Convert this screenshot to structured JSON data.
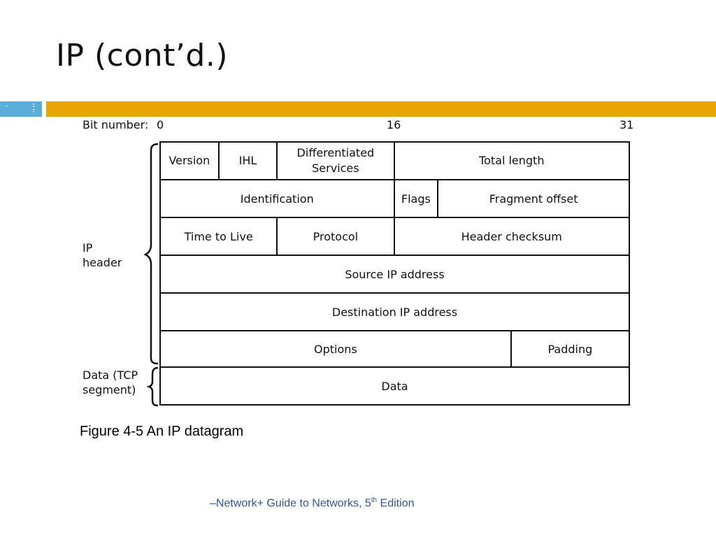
{
  "slide": {
    "title": "IP (cont’d.)",
    "slide_number_top": "1",
    "slide_number_bottom": "7",
    "marker": "–",
    "accent_color": "#e8a700",
    "number_box_color": "#5aaed9"
  },
  "diagram": {
    "bit_label": "Bit number:",
    "bit_start": "0",
    "bit_mid": "16",
    "bit_end": "31",
    "ip_header_label_line1": "IP",
    "ip_header_label_line2": "header",
    "data_label_line1": "Data (TCP",
    "data_label_line2": "segment)",
    "rows": [
      {
        "cells": [
          {
            "text": "Version",
            "bits": 4
          },
          {
            "text": "IHL",
            "bits": 4
          },
          {
            "text": "Differentiated Services",
            "bits": 8
          },
          {
            "text": "Total length",
            "bits": 16
          }
        ]
      },
      {
        "cells": [
          {
            "text": "Identification",
            "bits": 16
          },
          {
            "text": "Flags",
            "bits": 3
          },
          {
            "text": "Fragment offset",
            "bits": 13
          }
        ]
      },
      {
        "cells": [
          {
            "text": "Time to Live",
            "bits": 8
          },
          {
            "text": "Protocol",
            "bits": 8
          },
          {
            "text": "Header checksum",
            "bits": 16
          }
        ]
      },
      {
        "cells": [
          {
            "text": "Source IP address",
            "bits": 32
          }
        ]
      },
      {
        "cells": [
          {
            "text": "Destination IP address",
            "bits": 32
          }
        ]
      },
      {
        "cells": [
          {
            "text": "Options",
            "bits": 24
          },
          {
            "text": "Padding",
            "bits": 8
          }
        ]
      },
      {
        "cells": [
          {
            "text": "Data",
            "bits": 32
          }
        ]
      }
    ]
  },
  "caption": "Figure 4-5 An IP datagram",
  "footer": {
    "text": "–Network+ Guide to Networks, 5",
    "superscript": "th",
    "suffix": " Edition"
  }
}
